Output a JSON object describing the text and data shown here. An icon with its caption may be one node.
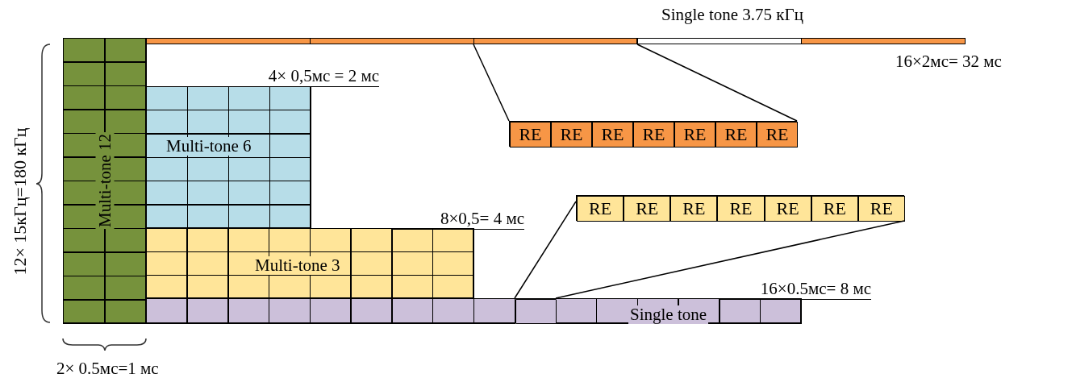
{
  "diagram": {
    "nodes": [
      {
        "text": [
          "Multi-tone 12"
        ]
      },
      {
        "text": [
          "Multi-tone 6"
        ]
      },
      {
        "text": [
          "Multi-tone 3"
        ]
      },
      {
        "text": [
          "Single tone"
        ]
      },
      {
        "text": [],
        "shape": "bar"
      },
      {
        "text": [],
        "shape": "bar"
      },
      {
        "text": [
          "RE"
        ],
        "in": 5
      },
      {
        "text": [
          "RE"
        ],
        "in": 5
      },
      {
        "text": [
          "RE"
        ],
        "in": 5
      },
      {
        "text": [
          "RE"
        ],
        "in": 5
      },
      {
        "text": [
          "RE"
        ],
        "in": 5
      },
      {
        "text": [
          "RE"
        ],
        "in": 5
      },
      {
        "text": [
          "RE"
        ],
        "in": 5
      },
      {
        "text": [],
        "shape": "box",
        "in": 3
      },
      {
        "text": [],
        "shape": "bar"
      },
      {
        "text": [
          "RE"
        ],
        "in": 14
      },
      {
        "text": [
          "RE"
        ],
        "in": 14
      },
      {
        "text": [
          "RE"
        ],
        "in": 14
      },
      {
        "text": [
          "RE"
        ],
        "in": 14
      },
      {
        "text": [
          "RE"
        ],
        "in": 14
      },
      {
        "text": [
          "RE"
        ],
        "in": 14
      },
      {
        "text": [
          "RE"
        ],
        "in": 14
      }
    ],
    "edges": [
      {
        "from": 4,
        "to": 5,
        "arrow": "none"
      },
      {
        "from": 4,
        "to": 5,
        "arrow": "none"
      },
      {
        "from": 13,
        "to": 14,
        "arrow": "none"
      },
      {
        "from": 13,
        "to": 14,
        "arrow": "none"
      }
    ],
    "labels": [
      "Single tone 3.75 кГц",
      "16×2мс= 32 мс",
      "4× 0,5мс = 2 мс",
      "8×0,5= 4 мс",
      "16×0.5мс= 8 мс",
      "12× 15кГц=180 кГц",
      "2× 0.5мс=1 мс"
    ]
  }
}
